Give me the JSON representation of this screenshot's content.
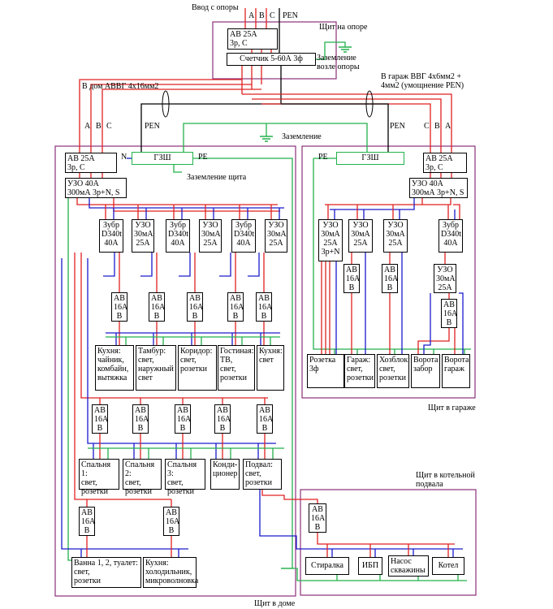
{
  "colors": {
    "phase_red": "#e02020",
    "neutral_blue": "#1a1acc",
    "pe_green": "#22b14c",
    "enclosure": "#8b2f7a",
    "pen_black": "#000000"
  },
  "supply": {
    "title": "Ввод с опоры",
    "phase_a": "A",
    "phase_b": "B",
    "phase_c": "C",
    "pen": "PEN",
    "pole_panel_label": "Щит на опоре",
    "breaker": "АВ 25А\n3р, С",
    "meter": "Счетчик 5-60А 3ф",
    "pole_ground": "Заземление\nвозле опоры"
  },
  "cables": {
    "house": "В дом АВВГ 4х16мм2",
    "garage": "В гараж ВВГ 4х6мм2 +\n4мм2 (умощнение PEN)",
    "ground": "Заземление",
    "house_phases": [
      "А",
      "B",
      "C"
    ],
    "house_pen": "PEN",
    "garage_pen": "PEN",
    "garage_phases": [
      "C",
      "B",
      "A"
    ]
  },
  "house": {
    "panel_label": "Щит в доме",
    "main_breaker": "АВ 25А\n3р, С",
    "n_label": "N",
    "gzsh": "ГЗШ",
    "pe_label": "PE",
    "panel_ground": "Заземление щита",
    "rcd_main": "УЗО 40А\n300мА 3р+N, S",
    "modules": [
      "Зубр\nD340t\n40А",
      "УЗО\n30мА\n25А",
      "Зубр\nD340t\n40А",
      "УЗО\n30мА\n25А",
      "Зубр\nD340t\n40А",
      "УЗО\n30мА\n25А"
    ],
    "breakers_row1": [
      "АВ\n16А\nB",
      "АВ\n16А\nB",
      "АВ\n16А\nB",
      "АВ\n16А\nB",
      "АВ\n16А\nB"
    ],
    "loads_row1": [
      "Кухня:\nчайник,\nкомбайн,\nвытяжка",
      "Тамбур:\nсвет,\nнаружный\nсвет",
      "Коридор:\nсвет,\nрозетки",
      "Гостиная:\nТВ,\nсвет,\nрозетки",
      "Кухня:\nсвет"
    ],
    "breakers_row2": [
      "АВ\n16А\nB",
      "АВ\n16А\nB",
      "АВ\n16А\nB",
      "АВ\n16А\nB",
      "АВ\n16А\nB"
    ],
    "loads_row2": [
      "Спальня 1:\nсвет,\nрозетки",
      "Спальня 2:\nсвет,\nрозетки",
      "Спальня 3:\nсвет,\nрозетки",
      "Конди-\nционер",
      "Подвал:\nсвет,\nрозетки"
    ],
    "breakers_row3": [
      "АВ\n16А\nB",
      "АВ\n16А\nB"
    ],
    "loads_row3": [
      "Ванна 1, 2, туалет:\nсвет,\nрозетки",
      "Кухня:\nхолодильник,\nмикроволновка"
    ]
  },
  "garage": {
    "panel_label": "Щит в гараже",
    "pe_label": "PE",
    "gzsh": "ГЗШ",
    "main_breaker": "АВ 25А\n3р, С",
    "rcd_main": "УЗО 40А\n300мА 3р+N, S",
    "modules": [
      "УЗО\n30мА\n25А\n3р+N",
      "УЗО\n30мА\n25А",
      "УЗО\n30мА\n25А",
      "Зубр\nD340t\n40А"
    ],
    "breakers": [
      "АВ\n16А\nB",
      "АВ\n16А\nB"
    ],
    "rcd_sub": "УЗО\n30мА\n25А",
    "breaker_sub": "АВ\n16А\nB",
    "loads": [
      "Розетка\n3ф",
      "Гараж:\nсвет,\nрозетки",
      "Хозблок:\nсвет,\nрозетки",
      "Ворота\nзабор",
      "Ворота\nгараж"
    ]
  },
  "boiler": {
    "panel_label": "Щит в котельной\nподвала",
    "breaker": "АВ\n16А\nB",
    "loads": [
      "Стиралка",
      "ИБП",
      "Насос\nскважины",
      "Котел"
    ]
  }
}
